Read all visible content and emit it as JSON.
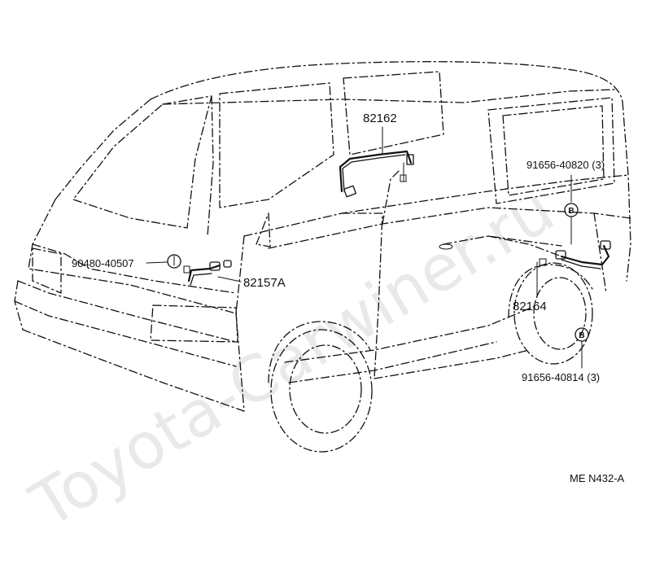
{
  "watermark": "Toyota-Carwiner.ru",
  "labels": {
    "part_82162": "82162",
    "part_91656_40820": "91656-40820 (3)",
    "part_90480_40507": "90480-40507",
    "part_82157a": "82157A",
    "part_82164": "82164",
    "part_91656_40814": "91656-40814 (3)",
    "ref_code": "ME N432-A"
  },
  "badges": {
    "upper": "B",
    "lower": "B"
  }
}
